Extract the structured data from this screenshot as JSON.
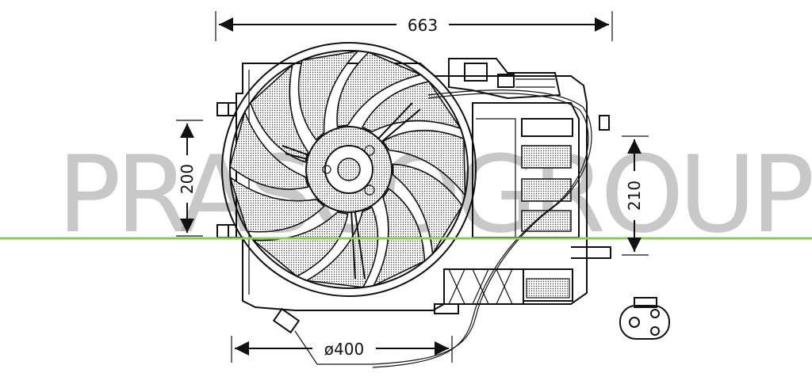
{
  "dimensions": {
    "width": "663",
    "height_left": "200",
    "height_right": "210",
    "diameter": "ø400"
  },
  "watermark": "PRASCOGROUP",
  "colors": {
    "line": "#111111",
    "watermark": "#9a9a9a",
    "divider": "#8ccb5a"
  }
}
